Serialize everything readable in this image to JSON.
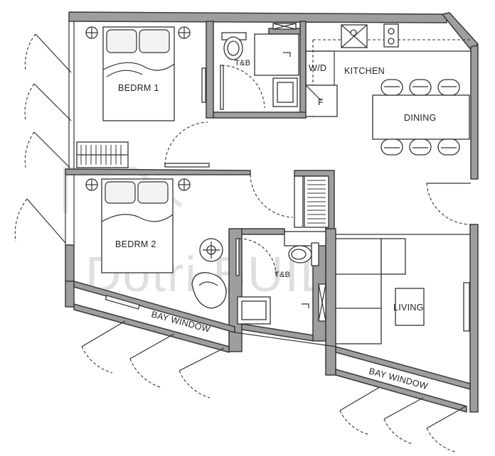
{
  "rooms": {
    "bedroom1": "BEDRM 1",
    "bedroom2": "BEDRM 2",
    "toilet1": "T&B",
    "toilet2": "T&B",
    "wd": "W/D",
    "kitchen": "KITCHEN",
    "fridge": "F",
    "dining": "DINING",
    "living": "LIVING",
    "bay_window_1": "BAY WINDOW",
    "bay_window_2": "BAY WINDOW"
  },
  "watermark": {
    "text": "Dotri.BUILD"
  },
  "colors": {
    "wall": "#9e9e9e",
    "line": "#333333",
    "watermark": "#dcdcdc"
  }
}
